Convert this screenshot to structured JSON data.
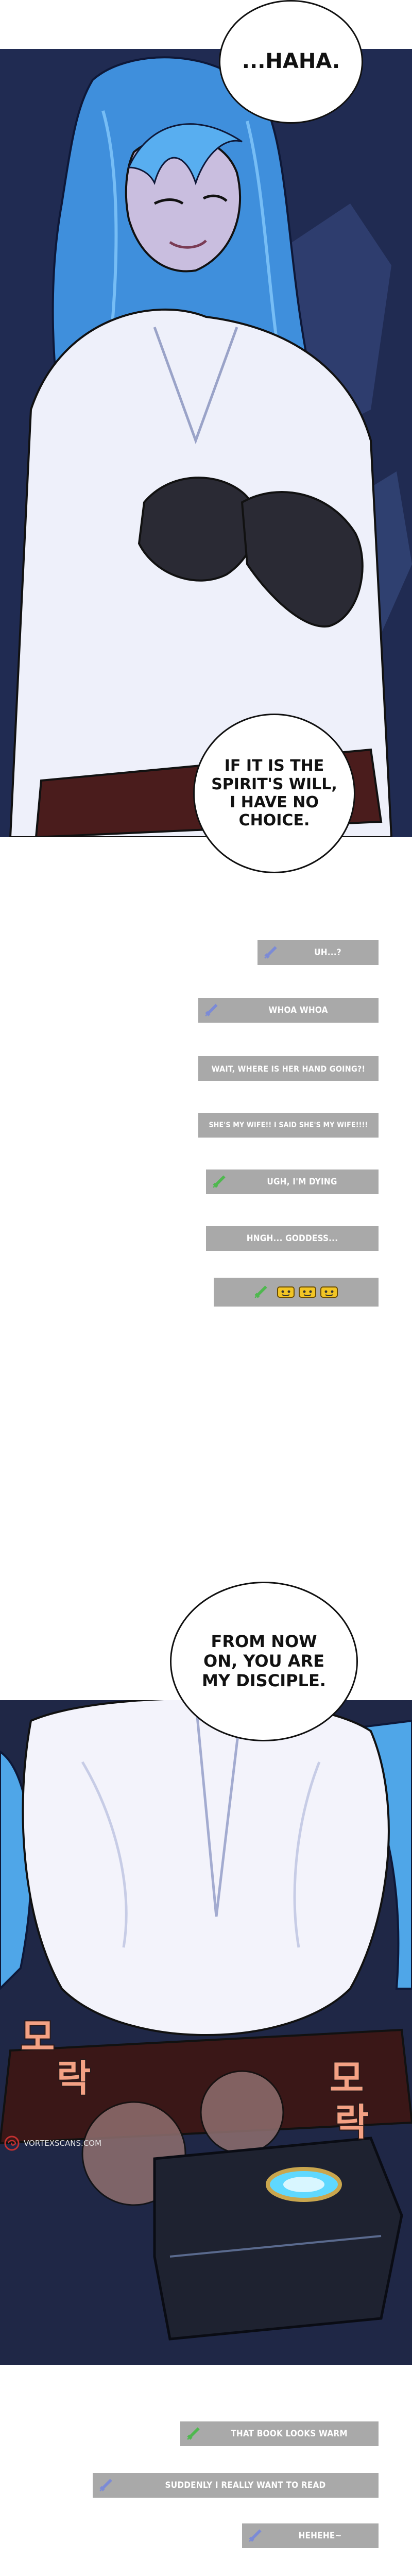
{
  "bubbles": {
    "haha": "...HAHA.",
    "spirit_will": "IF IT IS THE SPIRIT'S WILL, I HAVE NO CHOICE.",
    "disciple": "FROM NOW ON, YOU ARE MY DISCIPLE."
  },
  "chat_group_1": [
    {
      "text": "UH...?",
      "sword_color": "#7c8bd6"
    },
    {
      "text": "WHOA WHOA",
      "sword_color": "#7c8bd6"
    },
    {
      "text": "WAIT, WHERE IS HER HAND GOING?!",
      "sword_color": ""
    },
    {
      "text": "SHE'S MY WIFE!! I SAID SHE'S MY WIFE!!!!",
      "sword_color": ""
    },
    {
      "text": "UGH, I'M DYING",
      "sword_color": "#4fb84f"
    },
    {
      "text": "HNGH... GODDESS...",
      "sword_color": ""
    },
    {
      "text": "",
      "sword_color": "#4fb84f",
      "emotes": 3
    }
  ],
  "chat_group_2": [
    {
      "text": "THAT BOOK LOOKS WARM",
      "sword_color": "#4fb84f"
    },
    {
      "text": "SUDDENLY I REALLY WANT TO READ",
      "sword_color": "#7c8bd6"
    },
    {
      "text": "HEHEHE~",
      "sword_color": "#7c8bd6"
    }
  ],
  "sfx": [
    "모",
    "락",
    "모",
    "락"
  ],
  "watermark": "VORTEXSCANS.COM",
  "colors": {
    "chat_bg": "#a9a9a9",
    "chat_text": "#ffffff",
    "hair_blue": "#4fa6e8",
    "robe_white": "#f0f0f8",
    "sfx_pink": "#f4a184"
  }
}
